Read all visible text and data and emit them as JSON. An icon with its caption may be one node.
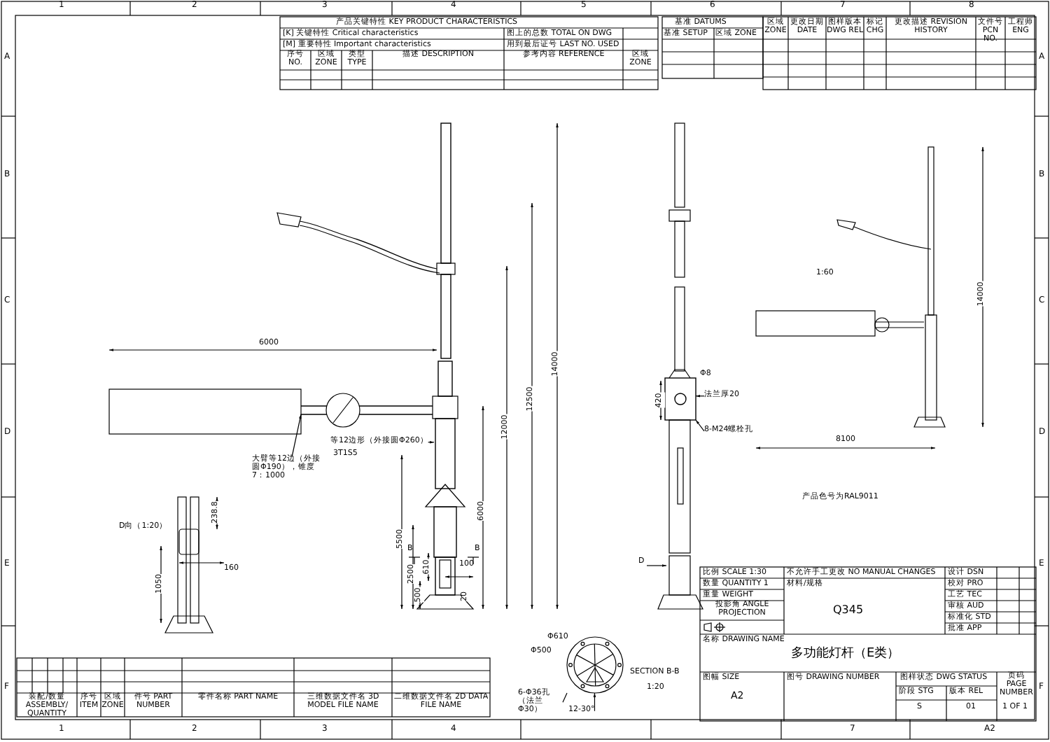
{
  "diagram": {
    "title": "多功能灯杆（E类）",
    "nodes": [
      {
        "text": [
          "等12边形（外接圆Φ260）"
        ]
      },
      {
        "text": [
          "大臂等12边（外接圆Φ190），锥度7：1000"
        ]
      },
      {
        "text": [
          "法兰厚20"
        ]
      },
      {
        "text": [
          "8-M24螺栓孔"
        ]
      },
      {
        "text": [
          "6-Φ36孔（法兰Φ30）"
        ]
      },
      {
        "text": [
          "12-30°"
        ]
      },
      {
        "text": [],
        "shape": "bar"
      },
      {
        "text": [],
        "shape": "bar"
      },
      {
        "text": [],
        "shape": "box"
      },
      {
        "text": [],
        "shape": "circle"
      }
    ],
    "edges": [
      {
        "from": 0,
        "to": 6,
        "arrow": "to"
      },
      {
        "from": 1,
        "to": 7,
        "arrow": "to"
      },
      {
        "from": 2,
        "to": 8,
        "arrow": "to"
      },
      {
        "from": 3,
        "to": 8,
        "arrow": "to"
      },
      {
        "from": 4,
        "to": 9,
        "arrow": "none"
      },
      {
        "from": 5,
        "to": 9,
        "arrow": "to"
      }
    ],
    "labels": [
      "1",
      "2",
      "3",
      "4",
      "5",
      "6",
      "7",
      "8",
      "产品关键特性 KEY PRODUCT CHARACTERISTICS",
      "[K] 关键特性 Critical characteristics",
      "图上的总数 TOTAL ON DWG",
      "[M] 重要特性 Important characteristics",
      "用到最后证号 LAST NO. USED",
      "序号 NO.",
      "区域 ZONE",
      "类型 TYPE",
      "描述 DESCRIPTION",
      "参考内容 REFERENCE",
      "区域 ZONE",
      "基准 DATUMS",
      "基准 SETUP",
      "区域 ZONE",
      "区域 ZONE",
      "更改日期 DATE",
      "图样版本 DWG REL",
      "标记 CHG",
      "更改描述 REVISION HISTORY",
      "文件号 PCN NO.",
      "工程师 ENG",
      "A",
      "A",
      "B",
      "B",
      "C",
      "C",
      "D",
      "D",
      "E",
      "E",
      "F",
      "F",
      "6000",
      "14000",
      "12500",
      "12000",
      "6000",
      "5500",
      "2500",
      "610",
      "500",
      "100",
      "20",
      "B",
      "B",
      "D向（1:20）",
      "238.8",
      "1050",
      "160",
      "Φ8",
      "420",
      "D",
      "1:60",
      "14000",
      "8100",
      "产品色号为RAL9011",
      "Φ610",
      "Φ500",
      "SECTION B-B",
      "1:20",
      "装配/数量 ASSEMBLY/ QUANTITY",
      "序号 ITEM",
      "区域 ZONE",
      "件号 PART NUMBER",
      "零件名称 PART NAME",
      "三维数据文件名 3D MODEL FILE NAME",
      "二维数据文件名 2D DATA FILE NAME",
      "比例 SCALE 1:30",
      "不允许手工更改 NO MANUAL CHANGES",
      "设计 DSN",
      "数量 QUANTITY 1",
      "材料/规格",
      "校对 PRO",
      "重量 WEIGHT",
      "工艺 TEC",
      "投影角 ANGLE PROJECTION",
      "审核 AUD",
      "Q345",
      "标准化 STD",
      "批准 APP",
      "名称 DRAWING NAME",
      "图幅 SIZE",
      "A2",
      "图号 DRAWING NUMBER",
      "图样状态 DWG STATUS",
      "页码 PAGE NUMBER",
      "阶段 STG",
      "版本 REL",
      "S",
      "01",
      "1 OF 1",
      "1",
      "2",
      "3",
      "4",
      "7",
      "A2",
      "3T1S5"
    ]
  }
}
